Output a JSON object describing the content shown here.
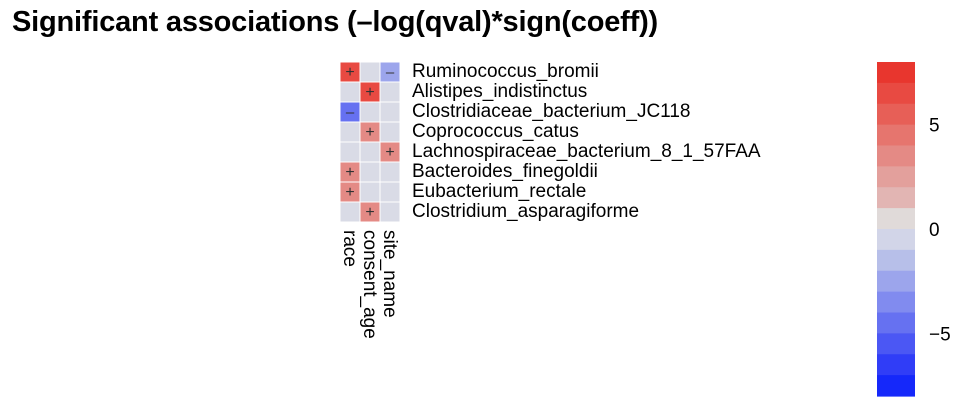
{
  "title": "Significant associations (–log(qval)*sign(coeff))",
  "chart_data": {
    "type": "heatmap",
    "title": "Significant associations (–log(qval)*sign(coeff))",
    "rows": [
      "Ruminococcus_bromii",
      "Alistipes_indistinctus",
      "Clostridiaceae_bacterium_JC118",
      "Coprococcus_catus",
      "Lachnospiraceae_bacterium_8_1_57FAA",
      "Bacteroides_finegoldii",
      "Eubacterium_rectale",
      "Clostridium_asparagiforme"
    ],
    "columns": [
      "race",
      "consent_age",
      "site_name"
    ],
    "values": [
      [
        7.0,
        0,
        -2.3
      ],
      [
        0,
        7.0,
        0
      ],
      [
        -4.6,
        0,
        0
      ],
      [
        0,
        3.5,
        0
      ],
      [
        0,
        0,
        3.5
      ],
      [
        3.5,
        0,
        0
      ],
      [
        3.5,
        0,
        0
      ],
      [
        0,
        3.5,
        0
      ]
    ],
    "signs": [
      [
        "+",
        "",
        "–"
      ],
      [
        "",
        "+",
        ""
      ],
      [
        "–",
        "",
        ""
      ],
      [
        "",
        "+",
        ""
      ],
      [
        "",
        "",
        "+"
      ],
      [
        "+",
        "",
        ""
      ],
      [
        "+",
        "",
        ""
      ],
      [
        "",
        "+",
        ""
      ]
    ],
    "colorbar": {
      "range": [
        -8,
        8
      ],
      "ticks": [
        5,
        0,
        -5
      ],
      "tick_labels": [
        "5",
        "0",
        "−5"
      ],
      "colors": [
        "#e8362e",
        "#e84a42",
        "#e75f57",
        "#e6756e",
        "#e48a85",
        "#e3a09c",
        "#e2b5b3",
        "#e0dad9",
        "#d2d5e8",
        "#b7bfe9",
        "#9ca5ec",
        "#818bef",
        "#6671f1",
        "#4b57f4",
        "#303df7",
        "#1528fa"
      ]
    },
    "null_color": "#d9dbe6"
  }
}
